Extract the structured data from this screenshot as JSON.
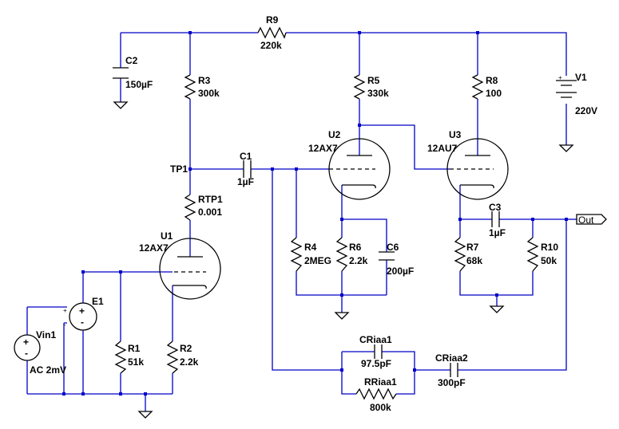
{
  "components": {
    "R9": {
      "name": "R9",
      "value": "220k"
    },
    "R3": {
      "name": "R3",
      "value": "300k"
    },
    "R5": {
      "name": "R5",
      "value": "330k"
    },
    "R8": {
      "name": "R8",
      "value": "100"
    },
    "C2": {
      "name": "C2",
      "value": "150µF"
    },
    "V1": {
      "name": "V1",
      "value": "220V"
    },
    "U1": {
      "name": "U1",
      "value": "12AX7"
    },
    "U2": {
      "name": "U2",
      "value": "12AX7"
    },
    "U3": {
      "name": "U3",
      "value": "12AU7"
    },
    "C1": {
      "name": "C1",
      "value": "1µF"
    },
    "C3": {
      "name": "C3",
      "value": "1µF"
    },
    "C6": {
      "name": "C6",
      "value": "200µF"
    },
    "RTP1": {
      "name": "RTP1",
      "value": "0.001"
    },
    "R4": {
      "name": "R4",
      "value": "2MEG"
    },
    "R6": {
      "name": "R6",
      "value": "2.2k"
    },
    "R7": {
      "name": "R7",
      "value": "68k"
    },
    "R10": {
      "name": "R10",
      "value": "50k"
    },
    "R1": {
      "name": "R1",
      "value": "51k"
    },
    "R2": {
      "name": "R2",
      "value": "2.2k"
    },
    "E1": {
      "name": "E1"
    },
    "Vin1": {
      "name": "Vin1",
      "value": "AC 2mV"
    },
    "CRiaa1": {
      "name": "CRiaa1",
      "value": "97.5pF"
    },
    "CRiaa2": {
      "name": "CRiaa2",
      "value": "300pF"
    },
    "RRiaa1": {
      "name": "RRiaa1",
      "value": "800k"
    }
  },
  "nets": {
    "tp1": "TP1",
    "out": "Out"
  },
  "symbols": {
    "plus": "+",
    "minus": "-"
  },
  "colors": {
    "wire": "#0000c8",
    "symbol": "#000000",
    "background": "#ffffff"
  }
}
